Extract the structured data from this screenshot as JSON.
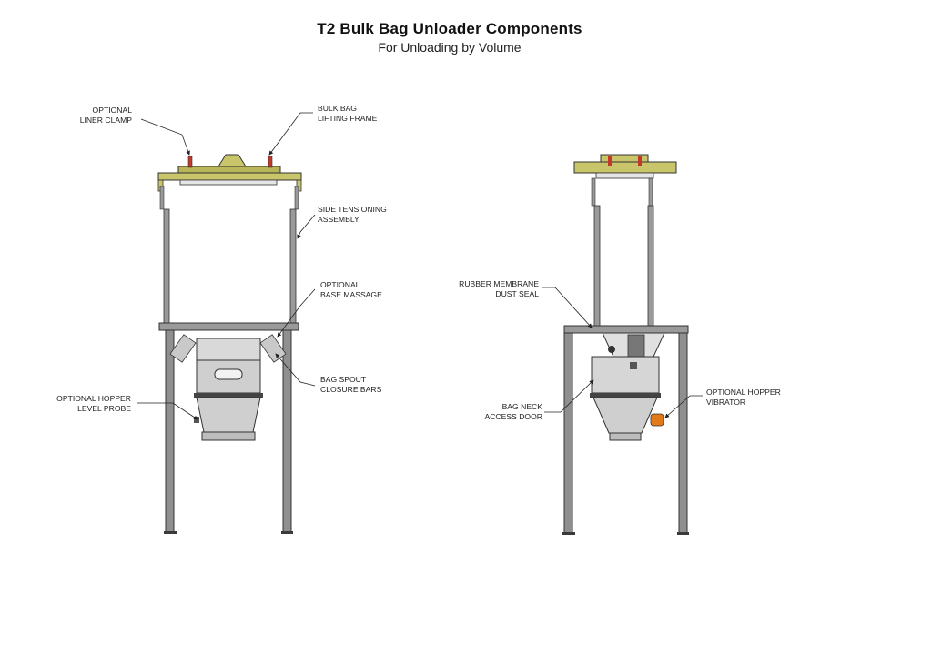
{
  "header": {
    "title": "T2 Bulk Bag Unloader Components",
    "subtitle": "For Unloading by Volume"
  },
  "colors": {
    "frame": "#8f8f8f",
    "frame_dark": "#3a3a3a",
    "lifting_frame": "#c8c56a",
    "hopper": "#d4d4d4",
    "vibrator": "#e07a1a",
    "clamp": "#c0392b"
  },
  "callouts": {
    "liner_clamp": [
      "OPTIONAL",
      "LINER CLAMP"
    ],
    "lifting_frame": [
      "BULK BAG",
      "LIFTING FRAME"
    ],
    "side_tensioning": [
      "SIDE TENSIONING",
      "ASSEMBLY"
    ],
    "base_massage": [
      "OPTIONAL",
      "BASE MASSAGE"
    ],
    "spout_bars": [
      "BAG SPOUT",
      "CLOSURE BARS"
    ],
    "level_probe": [
      "OPTIONAL HOPPER",
      "LEVEL PROBE"
    ],
    "dust_seal": [
      "RUBBER MEMBRANE",
      "DUST SEAL"
    ],
    "access_door": [
      "BAG NECK",
      "ACCESS DOOR"
    ],
    "vibrator": [
      "OPTIONAL HOPPER",
      "VIBRATOR"
    ]
  }
}
